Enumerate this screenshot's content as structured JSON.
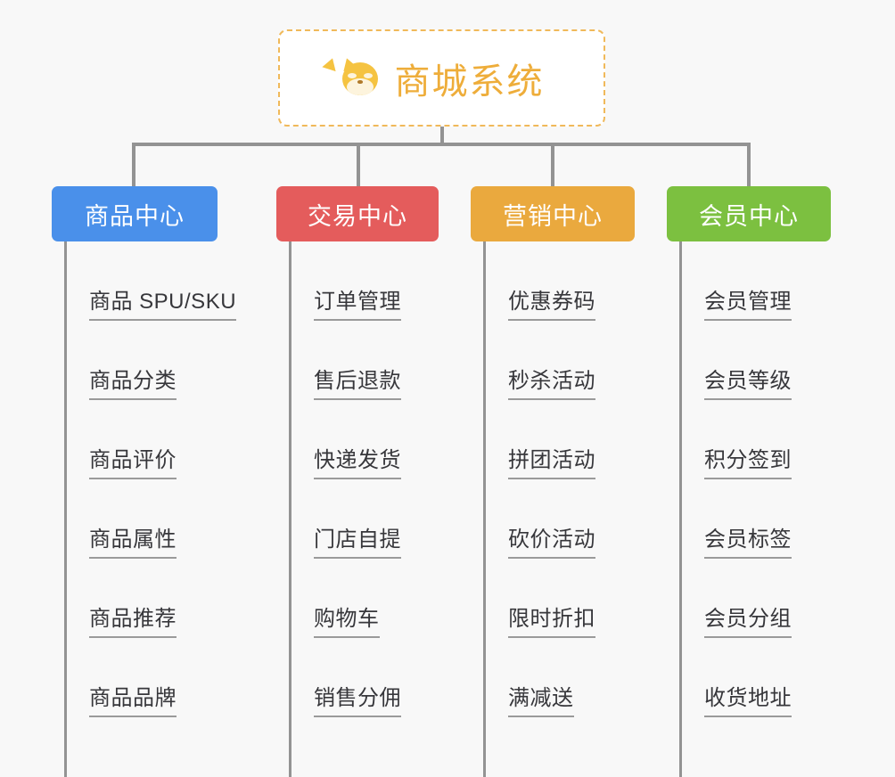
{
  "diagram": {
    "type": "mindmap-org-chart",
    "background_color": "#f8f8f8",
    "connector_color": "#939393",
    "root": {
      "title": "商城系统",
      "icon": "shiba-dog-face-emoji",
      "border_color": "#f0b95a",
      "text_color": "#eead3a",
      "background_color": "#ffffff",
      "border_style": "dashed"
    },
    "branches": [
      {
        "title": "商品中心",
        "color": "#4a90ea",
        "items": [
          "商品 SPU/SKU",
          "商品分类",
          "商品评价",
          "商品属性",
          "商品推荐",
          "商品品牌"
        ]
      },
      {
        "title": "交易中心",
        "color": "#e45c5c",
        "items": [
          "订单管理",
          "售后退款",
          "快递发货",
          "门店自提",
          "购物车",
          "销售分佣"
        ]
      },
      {
        "title": "营销中心",
        "color": "#eaa93e",
        "items": [
          "优惠券码",
          "秒杀活动",
          "拼团活动",
          "砍价活动",
          "限时折扣",
          "满减送"
        ]
      },
      {
        "title": "会员中心",
        "color": "#7cc040",
        "items": [
          "会员管理",
          "会员等级",
          "积分签到",
          "会员标签",
          "会员分组",
          "收货地址"
        ]
      }
    ]
  }
}
